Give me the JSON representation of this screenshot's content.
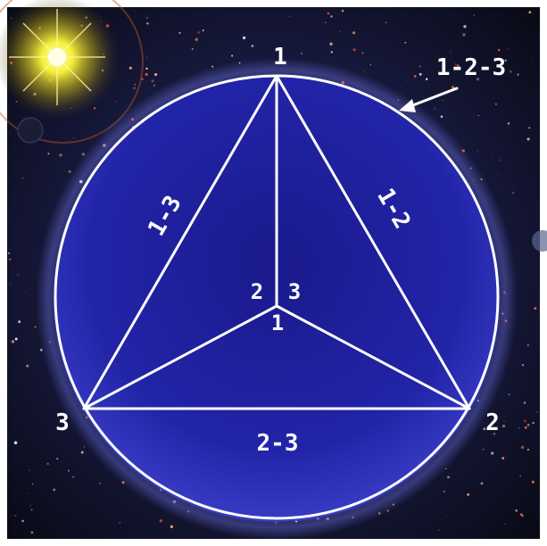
{
  "diagram": {
    "vertex_labels": {
      "top": "1",
      "right": "2",
      "left": "3"
    },
    "center_labels": {
      "left": "2",
      "right": "3",
      "bottom": "1"
    },
    "edge_labels": {
      "left": "1-3",
      "right": "1-2",
      "bottom": "2-3"
    },
    "circle_label": "1-2-3",
    "colors": {
      "line": "#ffffff",
      "disc": "#1d1f9a",
      "space": "#0b0d24",
      "sun": "#f4f03a"
    }
  }
}
